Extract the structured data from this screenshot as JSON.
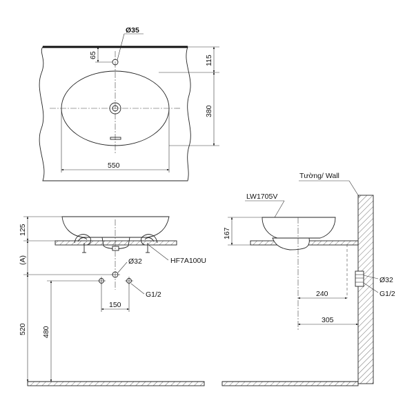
{
  "top_view": {
    "hole_dia": "Ø35",
    "dim_65": "65",
    "dim_115": "115",
    "dim_380": "380",
    "dim_550": "550"
  },
  "front_view": {
    "dim_125": "125",
    "dim_a": "(A)",
    "pipe_dia": "Ø32",
    "bracket_model": "HF7A100U",
    "thread": "G1/2",
    "dim_150": "150",
    "dim_520": "520",
    "dim_480": "480"
  },
  "side_view": {
    "wall_label": "Tường/ Wall",
    "basin_model": "LW1705V",
    "dim_167": "167",
    "pipe_dia": "Ø32",
    "thread": "G1/2",
    "dim_240": "240",
    "dim_305": "305"
  },
  "colors": {
    "line": "#222222",
    "background": "#ffffff"
  }
}
